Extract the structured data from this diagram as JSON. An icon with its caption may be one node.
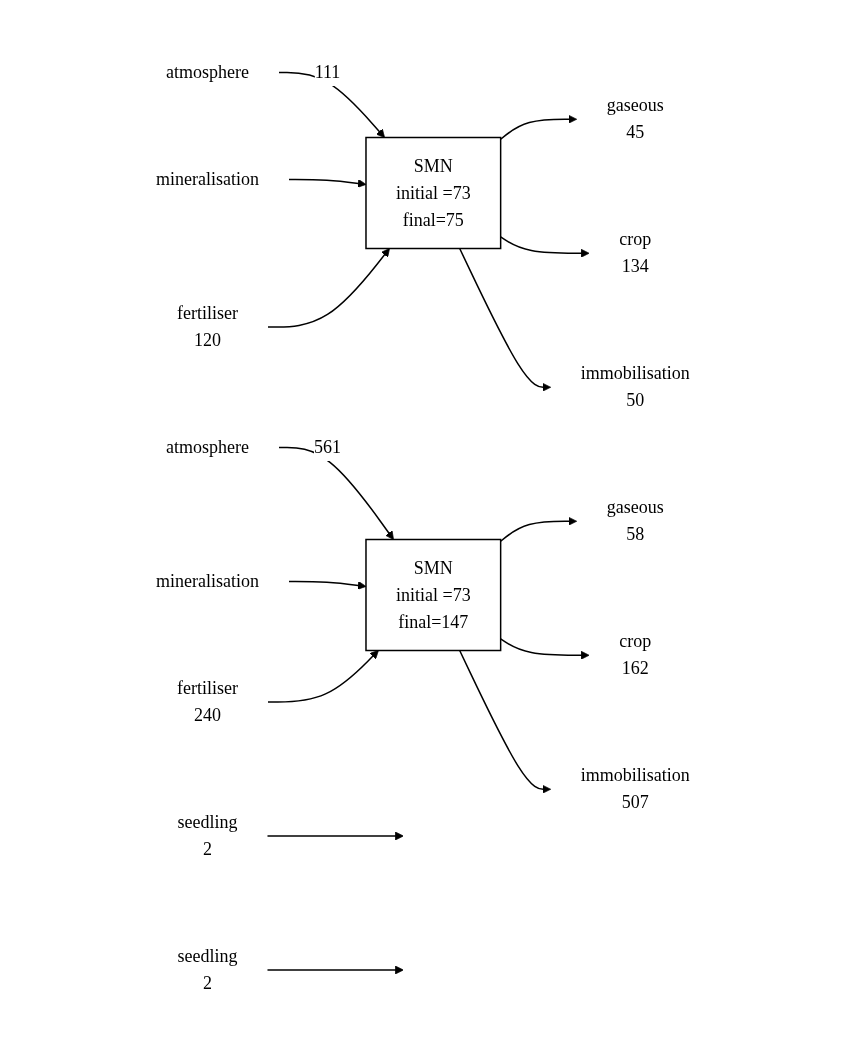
{
  "diagram": {
    "nodes": [
      {
        "text": [
          "gaseous",
          "45"
        ]
      },
      {
        "text": [
          "crop",
          "134"
        ]
      },
      {
        "text": [
          "seedling",
          "2"
        ]
      },
      {
        "text": [
          "atmosphere"
        ]
      },
      {
        "text": [
          "SMN",
          "initial =73",
          "final=75"
        ]
      },
      {
        "text": [
          "fertiliser",
          "120"
        ]
      },
      {
        "text": [
          "mineralisation"
        ]
      },
      {
        "text": [
          "immobilisation",
          "50"
        ]
      },
      {
        "text": [
          "gaseous",
          "58"
        ]
      },
      {
        "text": [
          "crop",
          "162"
        ]
      },
      {
        "text": [
          "seedling",
          "2"
        ]
      },
      {
        "text": [
          "atmosphere"
        ]
      },
      {
        "text": [
          "SMN",
          "initial =73",
          "final=147"
        ]
      },
      {
        "text": [
          "fertiliser",
          "240"
        ]
      },
      {
        "text": [
          "mineralisation"
        ]
      },
      {
        "text": [
          "immobilisation",
          "507"
        ]
      }
    ],
    "edges": [
      {
        "from": 3,
        "to": 4,
        "arrow": "to",
        "label": "111"
      },
      {
        "from": 6,
        "to": 4,
        "arrow": "to"
      },
      {
        "from": 4,
        "to": 0,
        "arrow": "to"
      },
      {
        "from": 4,
        "to": 1,
        "arrow": "to"
      },
      {
        "from": 2,
        "to": null,
        "arrow": "to"
      },
      {
        "from": 5,
        "to": 4,
        "arrow": "to"
      },
      {
        "from": 4,
        "to": 7,
        "arrow": "to"
      },
      {
        "from": 11,
        "to": 12,
        "arrow": "to",
        "label": "561"
      },
      {
        "from": 14,
        "to": 12,
        "arrow": "to"
      },
      {
        "from": 12,
        "to": 8,
        "arrow": "to"
      },
      {
        "from": 12,
        "to": 9,
        "arrow": "to"
      },
      {
        "from": 10,
        "to": null,
        "arrow": "to"
      },
      {
        "from": 13,
        "to": 12,
        "arrow": "to"
      },
      {
        "from": 12,
        "to": 15,
        "arrow": "to"
      }
    ]
  }
}
